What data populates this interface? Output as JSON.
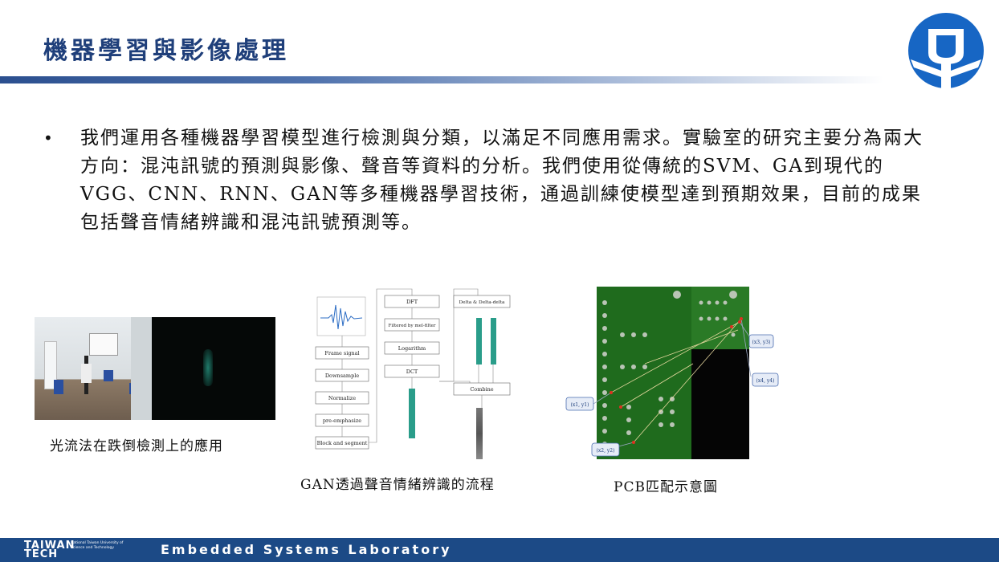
{
  "slide": {
    "title": "機器學習與影像處理",
    "bullet": "我們運用各種機器學習模型進行檢測與分類，以滿足不同應用需求。實驗室的研究主要分為兩大方向：混沌訊號的預測與影像、聲音等資料的分析。我們使用從傳統的SVM、GA到現代的VGG、CNN、RNN、GAN等多種機器學習技術，通過訓練使模型達到預期效果，目前的成果包括聲音情緒辨識和混沌訊號預測等。"
  },
  "figures": {
    "optical_flow_caption": "光流法在跌倒檢測上的應用",
    "gan_caption": "GAN透過聲音情緒辨識的流程",
    "pcb_caption": "PCB匹配示意圖",
    "gan_flow": {
      "left_steps": [
        "Frame signal",
        "Downsample",
        "Normalize",
        "pre-emphasize",
        "Block and segment"
      ],
      "middle_steps": [
        "DFT",
        "Filtered by mel-filter",
        "Logarithm",
        "DCT"
      ],
      "right_top": "Delta & Delta-delta",
      "right_combine": "Combine"
    },
    "pcb_labels": [
      "(x1, y1)",
      "(x2, y2)",
      "(x3, y3)",
      "(x4, y4)"
    ]
  },
  "footer": {
    "brand_line1": "TAIWAN",
    "brand_line2": "TECH",
    "brand_sub": "National Taiwan University of Science and Technology",
    "lab_name": "Embedded Systems Laboratory"
  },
  "colors": {
    "title": "#1f3f7a",
    "footer": "#1c4a86",
    "logo": "#1766c4",
    "pcb_green": "#1f6b1d"
  }
}
